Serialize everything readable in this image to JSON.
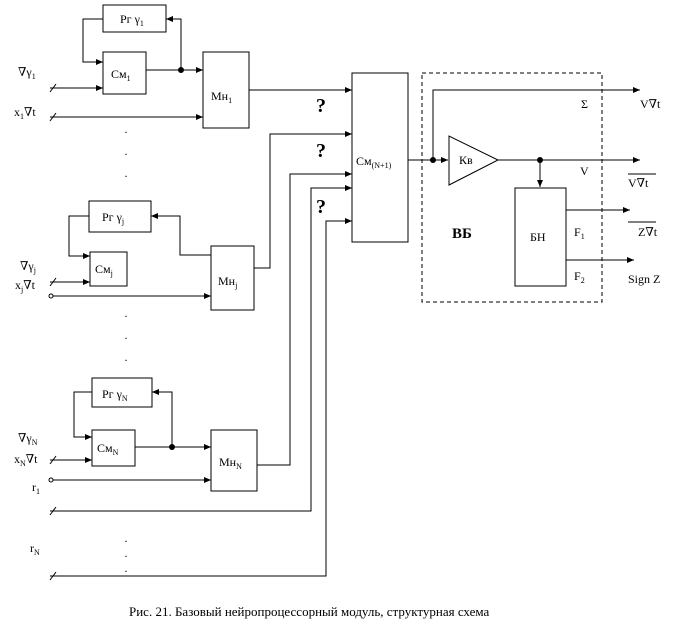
{
  "blocks": {
    "rg1": {
      "main": "Рг γ",
      "sub": "1"
    },
    "sm1": {
      "main": "См",
      "sub": "1"
    },
    "mn1": {
      "main": "Мн",
      "sub": "1"
    },
    "rgj": {
      "main": "Рг γ",
      "sub": "j"
    },
    "smj": {
      "main": "См",
      "sub": "j"
    },
    "mnj": {
      "main": "Мн",
      "sub": "j"
    },
    "rgN": {
      "main": "Рг γ",
      "sub": "N"
    },
    "smN": {
      "main": "См",
      "sub": "N"
    },
    "mnN": {
      "main": "Мн",
      "sub": "N"
    },
    "smTotal": {
      "main": "См",
      "sub": "(N+1)"
    },
    "kv": "Кв",
    "bn": "БН",
    "vb": "ВБ"
  },
  "inputs": {
    "gamma1": {
      "main": "∇γ",
      "sub": "1"
    },
    "x1": {
      "pre": "x",
      "sub": "1",
      "post": "∇t"
    },
    "gammaj": {
      "main": "∇γ",
      "sub": "j"
    },
    "xj": {
      "pre": "x",
      "sub": "j",
      "post": "∇t"
    },
    "gammaN": {
      "main": "∇γ",
      "sub": "N"
    },
    "xN": {
      "pre": "x",
      "sub": "N",
      "post": "∇t"
    },
    "r1": {
      "main": "r",
      "sub": "1"
    },
    "rN": {
      "main": "r",
      "sub": "N"
    }
  },
  "internal": {
    "sigma": "Σ",
    "v": "V",
    "f1": {
      "main": "F",
      "sub": "1"
    },
    "f2": {
      "main": "F",
      "sub": "2"
    },
    "question": "?"
  },
  "outputs": {
    "vdt": "V∇t",
    "vdt_bar": "V∇t",
    "zdt": "Z∇t",
    "signz": "Sign Z"
  },
  "ellipsis": "·",
  "caption": "Рис. 21. Базовый нейропроцессорный модуль, структурная схема"
}
